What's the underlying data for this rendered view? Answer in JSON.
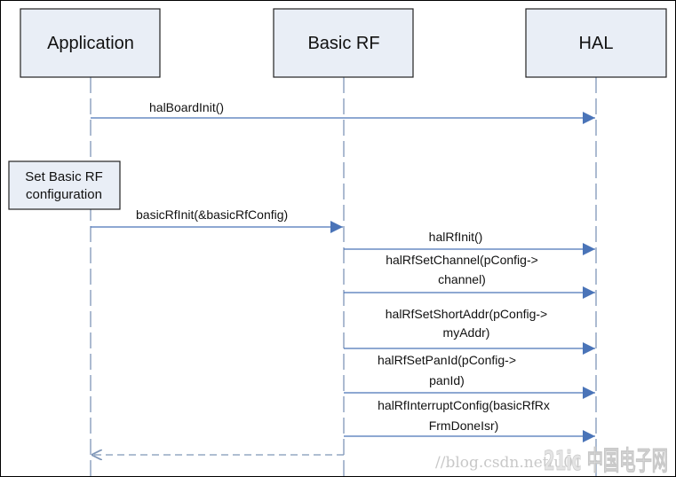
{
  "participants": [
    "Application",
    "Basic RF",
    "HAL"
  ],
  "note": {
    "line1": "Set Basic RF",
    "line2": "configuration"
  },
  "messages": {
    "m0": "halBoardInit()",
    "m1": "basicRfInit(&basicRfConfig)",
    "m2": "halRfInit()",
    "m3a": "halRfSetChannel(pConfig->",
    "m3b": "channel)",
    "m4a": "halRfSetShortAddr(pConfig->",
    "m4b": "myAddr)",
    "m5a": "halRfSetPanId(pConfig->",
    "m5b": "panId)",
    "m6a": "halRfInterruptConfig(basicRfRx",
    "m6b": "FrmDoneIsr)"
  },
  "watermark": {
    "url": "//blog.csdn.net/u01",
    "logo": "21ic 中国电子网"
  },
  "colors": {
    "box_fill": "#e9eef6",
    "arrow": "#4a74b8",
    "lifeline": "#7f96b8"
  }
}
